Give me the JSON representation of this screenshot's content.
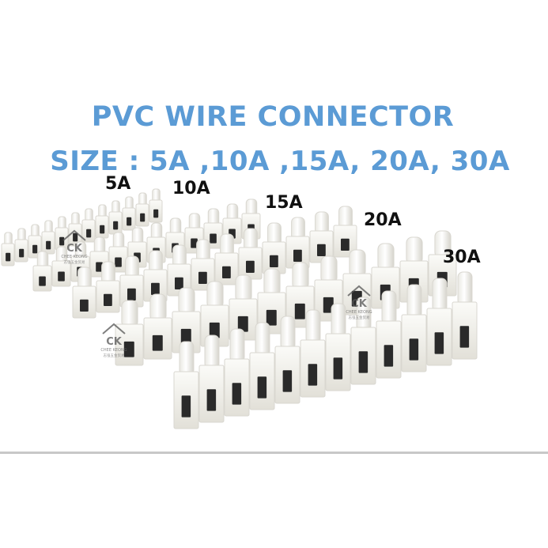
{
  "title": {
    "line1": "PVC WIRE CONNECTOR",
    "line2": "SIZE : 5A ,10A ,15A, 20A, 30A",
    "color": "#5b9bd5"
  },
  "size_labels": [
    "5A",
    "10A",
    "15A",
    "20A",
    "30A"
  ],
  "watermark": {
    "logo_text": "CK",
    "brand": "CHEE KEONG",
    "subtitle": "志强五金贸易"
  },
  "colors": {
    "connector_body": "#f3f2ee",
    "connector_shade": "#d9d7d0",
    "divider": "#c8c8c8"
  }
}
